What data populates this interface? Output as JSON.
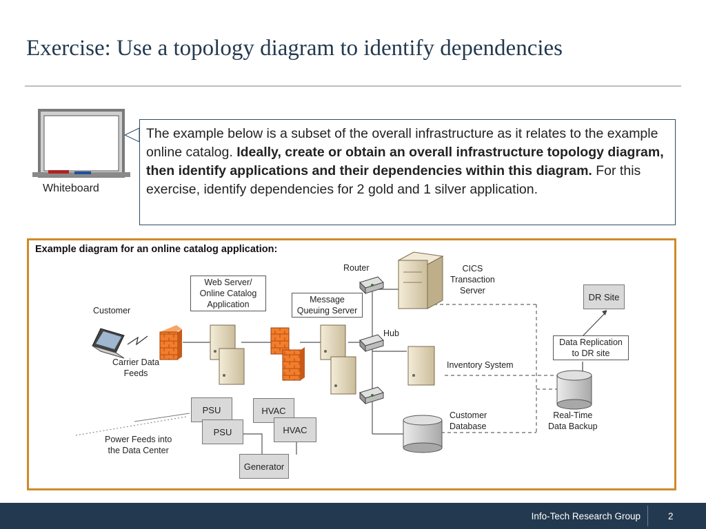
{
  "slide": {
    "title": "Exercise: Use a topology diagram to identify dependencies",
    "whiteboard_label": "Whiteboard",
    "callout": {
      "part1": "The example below is a subset of the overall infrastructure as it relates to the example online catalog. ",
      "bold": "Ideally, create or obtain an overall infrastructure topology diagram, then identify applications and their dependencies within this diagram.",
      "part2": " For this exercise, identify dependencies for 2 gold and 1 silver application."
    }
  },
  "diagram": {
    "heading": "Example diagram for an online catalog application:",
    "labels": {
      "customer": "Customer",
      "carrier_feeds": "Carrier Data\nFeeds",
      "web_server": "Web Server/\nOnline Catalog\nApplication",
      "router": "Router",
      "mq_server": "Message\nQueuing Server",
      "hub": "Hub",
      "cics": "CICS\nTransaction\nServer",
      "inventory": "Inventory System",
      "customer_db": "Customer\nDatabase",
      "dr_site": "DR Site",
      "data_replication": "Data Replication\nto DR site",
      "realtime_backup": "Real-Time\nData Backup",
      "psu_1": "PSU",
      "psu_2": "PSU",
      "hvac_1": "HVAC",
      "hvac_2": "HVAC",
      "generator": "Generator",
      "power_feeds": "Power Feeds into\nthe Data Center"
    }
  },
  "footer": {
    "company": "Info-Tech Research Group",
    "page": "2"
  },
  "colors": {
    "navy": "#23394f",
    "frame_orange": "#d08a28",
    "firewall": "#f07a28",
    "server": "#e8dcc4"
  }
}
